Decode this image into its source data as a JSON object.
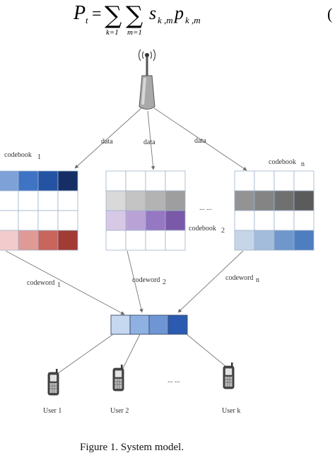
{
  "equation": {
    "lhs": "P",
    "lhs_sub": "t",
    "sum1_lower": "k=1",
    "sum2_lower": "m=1",
    "term1": "s",
    "term1_sub": "k ,m",
    "term2": "p",
    "term2_sub": "k ,m",
    "number_fragment": "("
  },
  "labels": {
    "data_1": "data",
    "data_2": "data",
    "data_3": "data",
    "codebook_1": "codebook",
    "codebook_1_sub": "1",
    "codebook_2": "codebook",
    "codebook_2_sub": "2",
    "codebook_n": "codebook",
    "codebook_n_sub": "n",
    "codeword_1": "codeword",
    "codeword_1_sub": "1",
    "codeword_2": "codeword",
    "codeword_2_sub": "2",
    "codeword_n": "codeword",
    "codeword_n_sub": "n",
    "ellipsis_codebooks": "... ...",
    "ellipsis_users": "... ...",
    "user_1": "User 1",
    "user_2": "User 2",
    "user_k": "User k"
  },
  "colors": {
    "codebook_1": [
      [
        "#7ea1d8",
        "#3f73c4",
        "#2453a3",
        "#152f66"
      ],
      [
        "#ffffff",
        "#ffffff",
        "#ffffff",
        "#ffffff"
      ],
      [
        "#ffffff",
        "#ffffff",
        "#ffffff",
        "#ffffff"
      ],
      [
        "#f2cccc",
        "#e09a95",
        "#c8655c",
        "#a23b33"
      ]
    ],
    "codebook_2": [
      [
        "#ffffff",
        "#ffffff",
        "#ffffff",
        "#ffffff"
      ],
      [
        "#d9d9d9",
        "#c4c4c4",
        "#b3b3b3",
        "#9e9e9e"
      ],
      [
        "#d7c9e6",
        "#b9a3d6",
        "#9677c2",
        "#7a5aa8"
      ],
      [
        "#ffffff",
        "#ffffff",
        "#ffffff",
        "#ffffff"
      ]
    ],
    "codebook_n": [
      [
        "#ffffff",
        "#ffffff",
        "#ffffff",
        "#ffffff"
      ],
      [
        "#939393",
        "#848484",
        "#707070",
        "#5b5b5b"
      ],
      [
        "#ffffff",
        "#ffffff",
        "#ffffff",
        "#ffffff"
      ],
      [
        "#c6d5e8",
        "#a4bcdc",
        "#6f97cb",
        "#4f7ec0"
      ]
    ],
    "superimposed_codeword": [
      "#c6d8f0",
      "#8fb1e2",
      "#6f95d4",
      "#2b5bb0"
    ],
    "grid_line": "#9fb3cc",
    "arrow": "#7a7a7a"
  },
  "caption": {
    "text": "Figure 1.   System model."
  }
}
